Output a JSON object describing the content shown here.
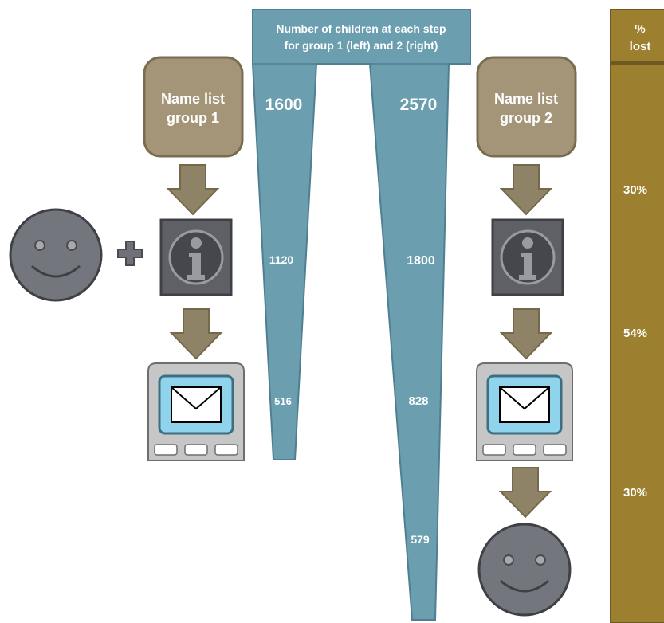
{
  "funnel_header": {
    "line1": "Number of children  at each step",
    "line2": "for group 1 (left) and 2 (right)"
  },
  "group1": {
    "name_box": {
      "line1": "Name list",
      "line2": "group 1"
    },
    "counts": [
      "1600",
      "1120",
      "516"
    ]
  },
  "group2": {
    "name_box": {
      "line1": "Name list",
      "line2": "group 2"
    },
    "counts": [
      "2570",
      "1800",
      "828",
      "579"
    ]
  },
  "percent_lost": {
    "header_line1": "%",
    "header_line2": "lost",
    "values": [
      "30%",
      "54%",
      "30%"
    ]
  },
  "icons": {
    "left_column": [
      "smiley-face-icon",
      "plus-icon",
      "info-icon",
      "mobile-phone-message-icon"
    ],
    "right_column": [
      "info-icon",
      "mobile-phone-message-icon",
      "smiley-face-icon"
    ],
    "arrows": "down-arrow-icon"
  },
  "colors": {
    "funnel": "#6b9fb0",
    "name_box": "#a49579",
    "arrow": "#8e8366",
    "icon_grey": "#5f6066",
    "percent_bar": "#9c7f2f",
    "screen": "#8fd3ec"
  }
}
